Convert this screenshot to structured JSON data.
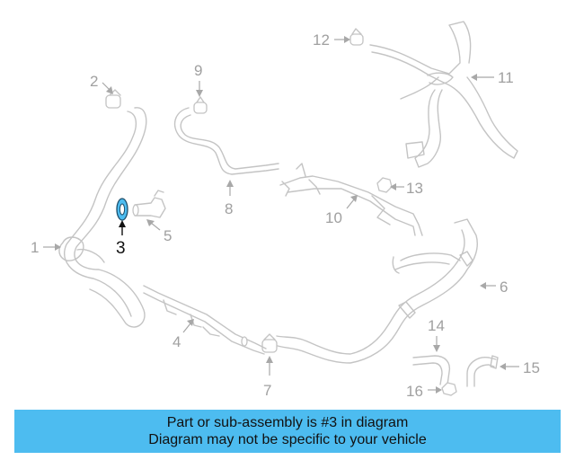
{
  "diagram": {
    "callouts": [
      "1",
      "2",
      "3",
      "4",
      "5",
      "6",
      "7",
      "8",
      "9",
      "10",
      "11",
      "12",
      "13",
      "14",
      "15",
      "16"
    ],
    "highlighted_callout": "3",
    "highlight_color": "#4dbcf0",
    "part_line_color": "#c4c4c4"
  },
  "banner": {
    "line1": "Part or sub-assembly is #3 in diagram",
    "line2": "Diagram may not be specific to your vehicle",
    "background": "#4dbcf0"
  }
}
